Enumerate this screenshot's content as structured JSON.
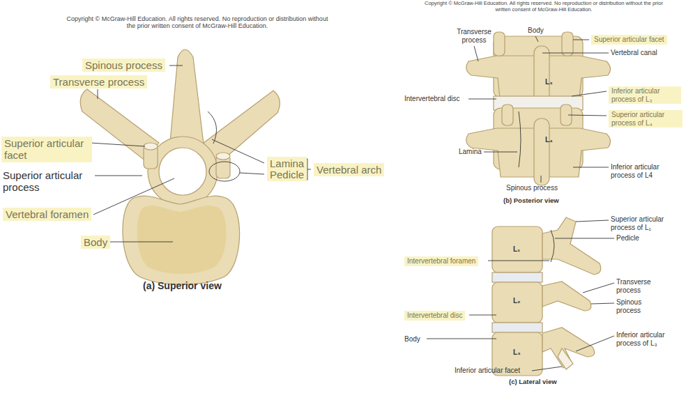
{
  "diagram": {
    "labels": [
      "Copyright © McGraw-Hill Education. All rights reserved. No reproduction or distribution without the prior written consent of McGraw-Hill Education.",
      "Spinous process",
      "Transverse process",
      "Superior articular facet",
      "Superior articular process",
      "Vertebral foramen",
      "Body",
      "Lamina",
      "Pedicle",
      "Vertebral arch",
      "(a) Superior view",
      "Copyright © McGraw-Hill Education. All rights reserved. No reproduction or distribution without the prior written consent of McGraw-Hill Education.",
      "Transverse process",
      "Body",
      "Superior articular facet",
      "Vertebral canal",
      "L₃",
      "Intervertebral disc",
      "Inferior articular process of L₃",
      "Superior articular process of L₄",
      "L₄",
      "Lamina",
      "Inferior articular process of L4",
      "Spinous process",
      "(b) Posterior view",
      "Superior articular process of L₁",
      "Pedicle",
      "L₁",
      "Intervertebral foramen",
      "Transverse process",
      "L₂",
      "Spinous process",
      "Intervertebral disc",
      "Body",
      "L₃",
      "Inferior articular process of L₃",
      "Inferior articular facet",
      "(c) Lateral view"
    ]
  }
}
